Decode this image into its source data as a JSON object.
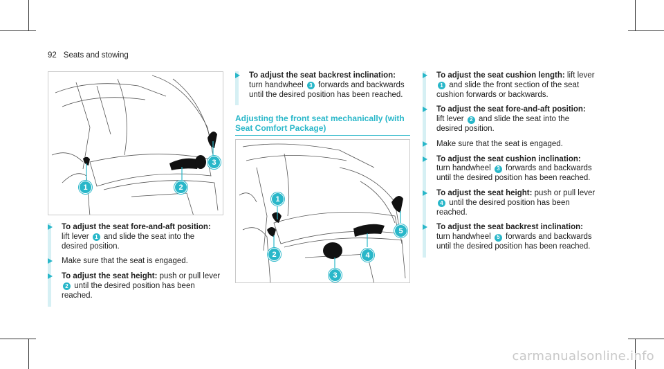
{
  "header": {
    "page_number": "92",
    "title": "Seats and stowing"
  },
  "colors": {
    "accent": "#29b7c9",
    "step_bar": "#d6f0f4"
  },
  "figure1": {
    "callouts": [
      "1",
      "2",
      "3"
    ]
  },
  "figure2": {
    "callouts": [
      "1",
      "2",
      "3",
      "4",
      "5"
    ]
  },
  "column1": {
    "steps": [
      {
        "bold": "To adjust the seat fore-and-aft position:",
        "pre": " lift lever ",
        "num": "1",
        "post": " and slide the seat into the desired position."
      },
      {
        "bold": "",
        "pre": "Make sure that the seat is engaged.",
        "num": "",
        "post": ""
      },
      {
        "bold": "To adjust the seat height:",
        "pre": " push or pull lever ",
        "num": "2",
        "post": " until the desired position has been reached."
      }
    ]
  },
  "column2": {
    "steps": [
      {
        "bold": "To adjust the seat backrest inclination:",
        "pre": " turn handwheel ",
        "num": "3",
        "post": " forwards and backwards until the desired position has been reached."
      }
    ],
    "section_title": "Adjusting the front seat mechanically (with Seat Comfort Package)"
  },
  "column3": {
    "steps": [
      {
        "bold": "To adjust the seat cushion length:",
        "pre": " lift lever ",
        "num": "1",
        "post": " and slide the front section of the seat cushion forwards or backwards."
      },
      {
        "bold": "To adjust the seat fore-and-aft position:",
        "pre": " lift lever ",
        "num": "2",
        "post": " and slide the seat into the desired position."
      },
      {
        "bold": "",
        "pre": "Make sure that the seat is engaged.",
        "num": "",
        "post": ""
      },
      {
        "bold": "To adjust the seat cushion inclination:",
        "pre": " turn handwheel ",
        "num": "3",
        "post": " forwards and backwards until the desired position has been reached."
      },
      {
        "bold": "To adjust the seat height:",
        "pre": " push or pull lever ",
        "num": "4",
        "post": " until the desired position has been reached."
      },
      {
        "bold": "To adjust the seat backrest inclination:",
        "pre": " turn handwheel ",
        "num": "5",
        "post": " forwards and backwards until the desired position has been reached."
      }
    ]
  },
  "watermark": "carmanualsonline.info"
}
